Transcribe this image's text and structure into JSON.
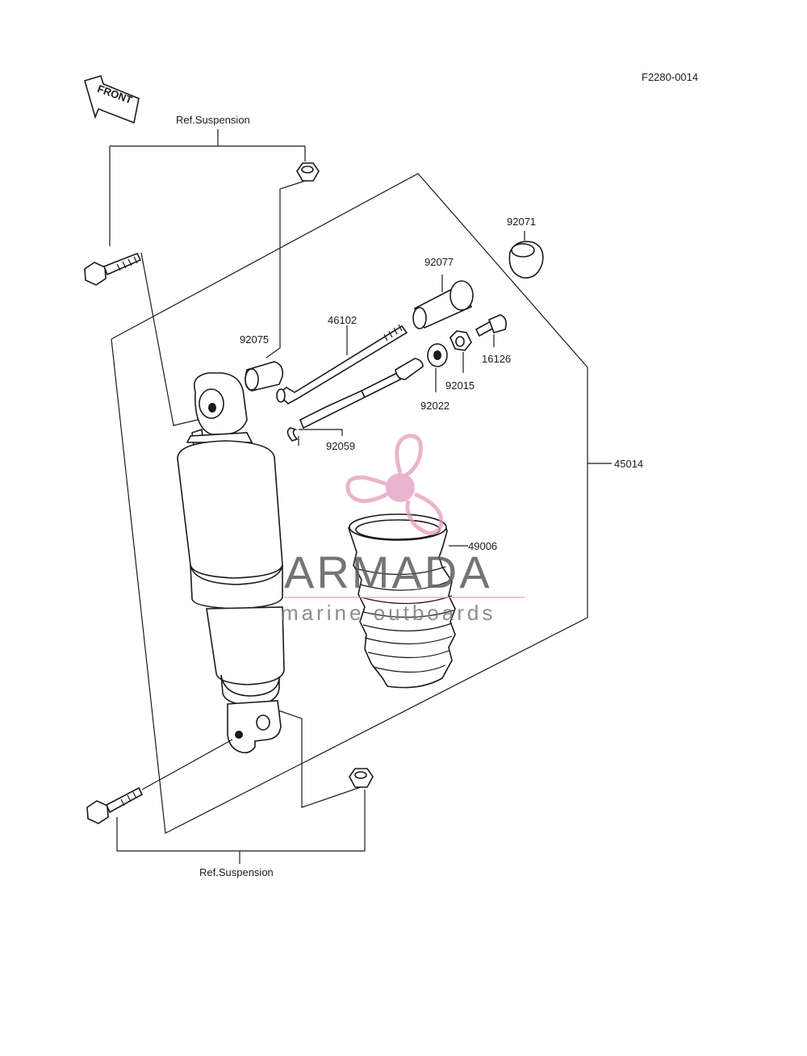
{
  "figure_code": "F2280-0014",
  "front_arrow_label": "FRONT",
  "ref_top": "Ref.Suspension",
  "ref_bottom": "Ref.Suspension",
  "parts": {
    "p92071": "92071",
    "p92077": "92077",
    "p46102": "46102",
    "p92075": "92075",
    "p16126": "16126",
    "p92015": "92015",
    "p92022": "92022",
    "p92059": "92059",
    "p45014": "45014",
    "p49006": "49006"
  },
  "watermark": {
    "brand": "ARMADA",
    "tagline": "marine outboards",
    "accent_color": "#e39bc0"
  }
}
